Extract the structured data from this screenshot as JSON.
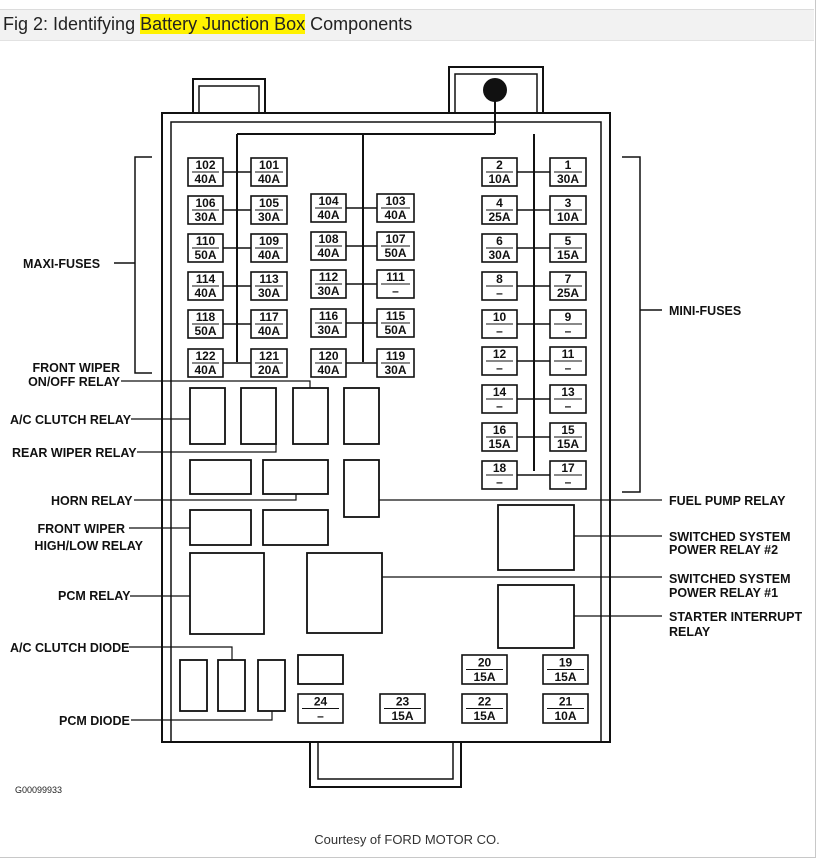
{
  "header": {
    "title_prefix": "Fig 2: Identifying ",
    "title_highlight": "Battery Junction Box",
    "title_suffix": " Components"
  },
  "labels": {
    "maxi_fuses": "MAXI-FUSES",
    "mini_fuses": "MINI-FUSES",
    "front_wiper_onoff": [
      "FRONT WIPER",
      "ON/OFF RELAY"
    ],
    "ac_clutch_relay": "A/C CLUTCH RELAY",
    "rear_wiper_relay": "REAR WIPER RELAY",
    "horn_relay": "HORN RELAY",
    "front_wiper_highlow": [
      "FRONT WIPER",
      "HIGH/LOW RELAY"
    ],
    "pcm_relay": "PCM RELAY",
    "ac_clutch_diode": "A/C CLUTCH DIODE",
    "pcm_diode": "PCM DIODE",
    "fuel_pump_relay": "FUEL PUMP RELAY",
    "switched_relay_2": [
      "SWITCHED SYSTEM",
      "POWER RELAY #2"
    ],
    "switched_relay_1": [
      "SWITCHED SYSTEM",
      "POWER RELAY #1"
    ],
    "starter_interrupt": [
      "STARTER INTERRUPT",
      "RELAY"
    ]
  },
  "maxi_fuses": [
    {
      "num": "102",
      "amp": "40A"
    },
    {
      "num": "101",
      "amp": "40A"
    },
    {
      "num": "106",
      "amp": "30A"
    },
    {
      "num": "105",
      "amp": "30A"
    },
    {
      "num": "110",
      "amp": "50A"
    },
    {
      "num": "109",
      "amp": "40A"
    },
    {
      "num": "114",
      "amp": "40A"
    },
    {
      "num": "113",
      "amp": "30A"
    },
    {
      "num": "118",
      "amp": "50A"
    },
    {
      "num": "117",
      "amp": "40A"
    },
    {
      "num": "122",
      "amp": "40A"
    },
    {
      "num": "121",
      "amp": "20A"
    },
    {
      "num": "104",
      "amp": "40A"
    },
    {
      "num": "103",
      "amp": "40A"
    },
    {
      "num": "108",
      "amp": "40A"
    },
    {
      "num": "107",
      "amp": "50A"
    },
    {
      "num": "112",
      "amp": "30A"
    },
    {
      "num": "111",
      "amp": "–"
    },
    {
      "num": "116",
      "amp": "30A"
    },
    {
      "num": "115",
      "amp": "50A"
    },
    {
      "num": "120",
      "amp": "40A"
    },
    {
      "num": "119",
      "amp": "30A"
    }
  ],
  "mini_fuses": [
    {
      "num": "2",
      "amp": "10A"
    },
    {
      "num": "1",
      "amp": "30A"
    },
    {
      "num": "4",
      "amp": "25A"
    },
    {
      "num": "3",
      "amp": "10A"
    },
    {
      "num": "6",
      "amp": "30A"
    },
    {
      "num": "5",
      "amp": "15A"
    },
    {
      "num": "8",
      "amp": "–"
    },
    {
      "num": "7",
      "amp": "25A"
    },
    {
      "num": "10",
      "amp": "–"
    },
    {
      "num": "9",
      "amp": "–"
    },
    {
      "num": "12",
      "amp": "–"
    },
    {
      "num": "11",
      "amp": "–"
    },
    {
      "num": "14",
      "amp": "–"
    },
    {
      "num": "13",
      "amp": "–"
    },
    {
      "num": "16",
      "amp": "15A"
    },
    {
      "num": "15",
      "amp": "15A"
    },
    {
      "num": "18",
      "amp": "–"
    },
    {
      "num": "17",
      "amp": "–"
    }
  ],
  "bottom_fuses": [
    {
      "num": "20",
      "amp": "15A"
    },
    {
      "num": "19",
      "amp": "15A"
    },
    {
      "num": "24",
      "amp": "–"
    },
    {
      "num": "23",
      "amp": "15A"
    },
    {
      "num": "22",
      "amp": "15A"
    },
    {
      "num": "21",
      "amp": "10A"
    }
  ],
  "figure_code": "G00099933",
  "credit": "Courtesy of FORD MOTOR CO."
}
